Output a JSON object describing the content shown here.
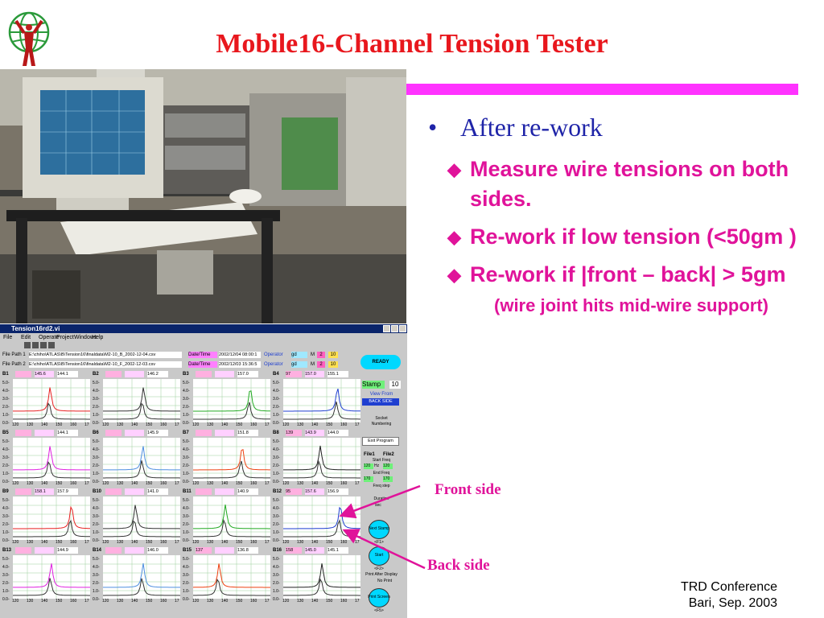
{
  "slide": {
    "title": "Mobile16-Channel Tension Tester",
    "bullet_main": "After re-work",
    "sub_bullets": [
      "Measure wire tensions on both sides.",
      "Re-work if low tension (<50gm )",
      "Re-work if |front – back| > 5gm"
    ],
    "note": "(wire joint hits mid-wire support)",
    "front_label": "Front side",
    "back_label": "Back side",
    "conference_line1": "TRD Conference",
    "conference_line2": "Bari, Sep. 2003"
  },
  "colors": {
    "title": "#e8171d",
    "accent_bar": "#ff33ff",
    "bullet_blue": "#1f24a8",
    "text_magenta": "#e0139a"
  },
  "icons": {
    "bullet": "bullet-dot-icon",
    "sub_bullet": "diamond-icon",
    "logo": "atlas-logo-icon"
  },
  "app": {
    "window_title": "Tension16rd2.vi",
    "menu": [
      "File",
      "Edit",
      "Operate",
      "Project",
      "Windows",
      "Help"
    ],
    "file_path_1_label": "File Path 1",
    "file_path_1": "E:\\chiho\\ATLAS\\B\\Tension16\\finaldata\\M2-10_B_2002-12-04.csv",
    "file_path_2_label": "File Path 2",
    "file_path_2": "E:\\chiho\\ATLAS\\B\\Tension16\\finaldata\\M2-10_F_2002-12-03.csv",
    "date_label": "Date/Time",
    "date_1": "2002/12/04 08:00:1",
    "date_2": "2002/12/03 15:36:5",
    "operator_label": "Operator",
    "operator_1": "gd",
    "operator_2": "gd",
    "m_label": "M",
    "m_1": "2",
    "m_2": "2",
    "slot_1": "10",
    "slot_2": "10",
    "ready": "READY",
    "stamp_label": "Stamp",
    "stamp_value": "10",
    "view_from": "View From",
    "back_side": "BACK SIDE",
    "socket": "Socket",
    "numbering": "Numbering",
    "exit": "Exit Program",
    "file1": "File1",
    "file2": "File2",
    "start_freq": "Start Freq",
    "start_1": "120",
    "start_2": "120",
    "end_freq": "End Freq",
    "end_1": "170",
    "end_2": "170",
    "freq_step": "Freq step",
    "duration": "Duration",
    "hz": "Hz",
    "sec": "sec",
    "next": "Next Stamp",
    "f1": "<F1>",
    "start": "Start",
    "f2": "<F2>",
    "print_after": "Print After Display",
    "no_print": "No Print",
    "print_screen": "Print Screen",
    "f5": "<F5>"
  },
  "channels": [
    {
      "name": "B1",
      "v1": "",
      "f1": "145.6",
      "f2": "144.1",
      "color": "#e82020"
    },
    {
      "name": "B2",
      "v1": "",
      "f1": "",
      "f2": "146.2",
      "color": "#333333"
    },
    {
      "name": "B3",
      "v1": "",
      "f1": "",
      "f2": "157.0",
      "color": "#22aa22"
    },
    {
      "name": "B4",
      "v1": "97",
      "f1": "157.0",
      "f2": "155.1",
      "color": "#1f3fd0"
    },
    {
      "name": "B5",
      "v1": "",
      "f1": "",
      "f2": "144.1",
      "color": "#e020e0"
    },
    {
      "name": "B6",
      "v1": "",
      "f1": "",
      "f2": "145.9",
      "color": "#4f8fe0"
    },
    {
      "name": "B7",
      "v1": "",
      "f1": "",
      "f2": "151.8",
      "color": "#ee4010"
    },
    {
      "name": "B8",
      "v1": "139",
      "f1": "143.9",
      "f2": "144.0",
      "color": "#222222"
    },
    {
      "name": "B9",
      "v1": "",
      "f1": "158.1",
      "f2": "157.9",
      "color": "#e82020"
    },
    {
      "name": "B10",
      "v1": "",
      "f1": "",
      "f2": "141.0",
      "color": "#333333"
    },
    {
      "name": "B11",
      "v1": "",
      "f1": "",
      "f2": "140.9",
      "color": "#22aa22"
    },
    {
      "name": "B12",
      "v1": "95",
      "f1": "157.6",
      "f2": "156.9",
      "color": "#1f3fd0"
    },
    {
      "name": "B13",
      "v1": "",
      "f1": "",
      "f2": "144.9",
      "color": "#e020e0"
    },
    {
      "name": "B14",
      "v1": "",
      "f1": "",
      "f2": "146.0",
      "color": "#4f8fe0"
    },
    {
      "name": "B15",
      "v1": "137",
      "f1": "",
      "f2": "136.8",
      "color": "#ee4010"
    },
    {
      "name": "B16",
      "v1": "158",
      "f1": "145.0",
      "f2": "145.1",
      "color": "#222222"
    }
  ],
  "plot_axis": {
    "x_ticks": [
      "120",
      "130",
      "140",
      "150",
      "160",
      "17"
    ],
    "y_ticks": [
      "5.0-",
      "4.0-",
      "3.0-",
      "2.0-",
      "1.0-",
      "0.0-"
    ]
  }
}
